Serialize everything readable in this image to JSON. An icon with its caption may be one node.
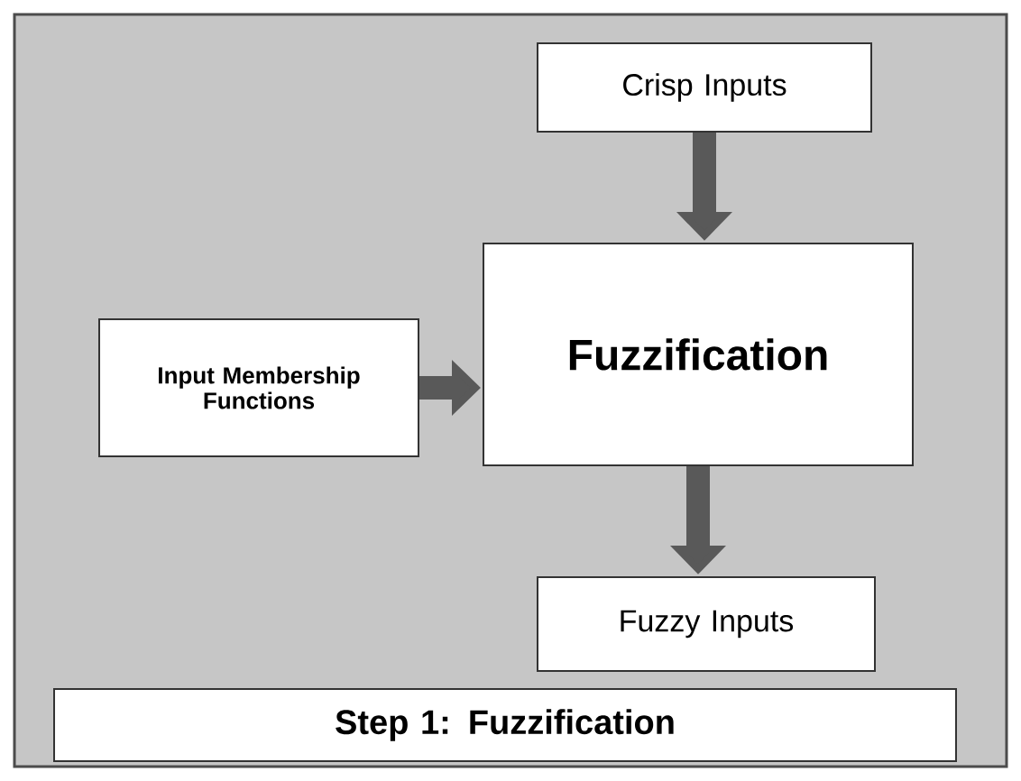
{
  "diagram": {
    "nodes": [
      {
        "text": [
          "Crisp Inputs"
        ]
      },
      {
        "text": [
          "Fuzzification"
        ]
      },
      {
        "text": [
          "Input Membership Functions"
        ]
      },
      {
        "text": [
          "Fuzzy Inputs"
        ]
      },
      {
        "text": [
          "Step 1: Fuzzification"
        ]
      }
    ],
    "edges": [
      {
        "from": 0,
        "to": 1,
        "arrow": "to"
      },
      {
        "from": 2,
        "to": 1,
        "arrow": "to"
      },
      {
        "from": 1,
        "to": 3,
        "arrow": "to"
      }
    ]
  }
}
